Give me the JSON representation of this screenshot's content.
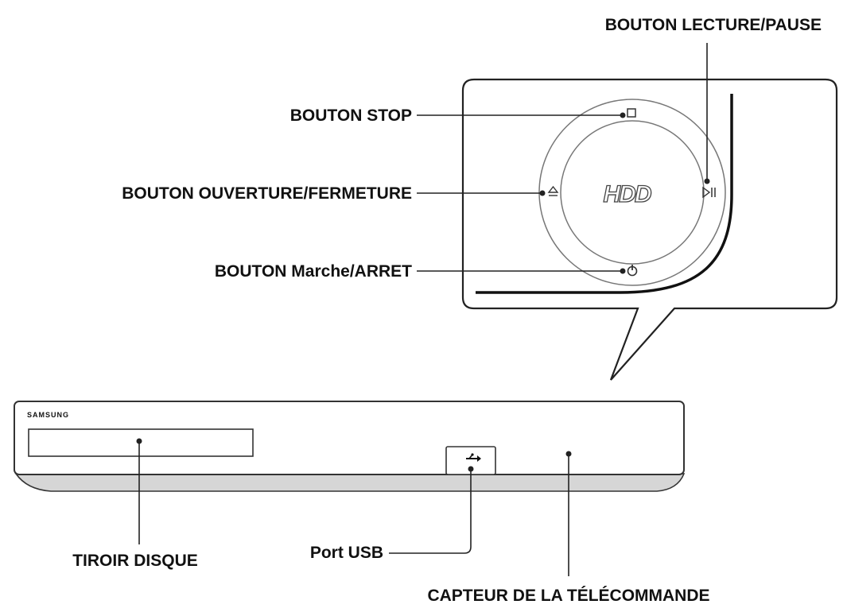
{
  "brand": "SAMSUNG",
  "disc_logo": "HDD",
  "labels": {
    "play_pause": "BOUTON LECTURE/PAUSE",
    "stop": "BOUTON STOP",
    "open_close": "BOUTON OUVERTURE/FERMETURE",
    "power": "BOUTON Marche/ARRET",
    "disc_tray": "TIROIR DISQUE",
    "usb_port": "Port USB",
    "remote_sensor": "CAPTEUR DE LA TÉLÉCOMMANDE"
  },
  "icons": {
    "stop": "stop-icon",
    "eject": "eject-icon",
    "play_pause": "play-pause-icon",
    "power": "power-icon",
    "usb": "usb-icon"
  }
}
